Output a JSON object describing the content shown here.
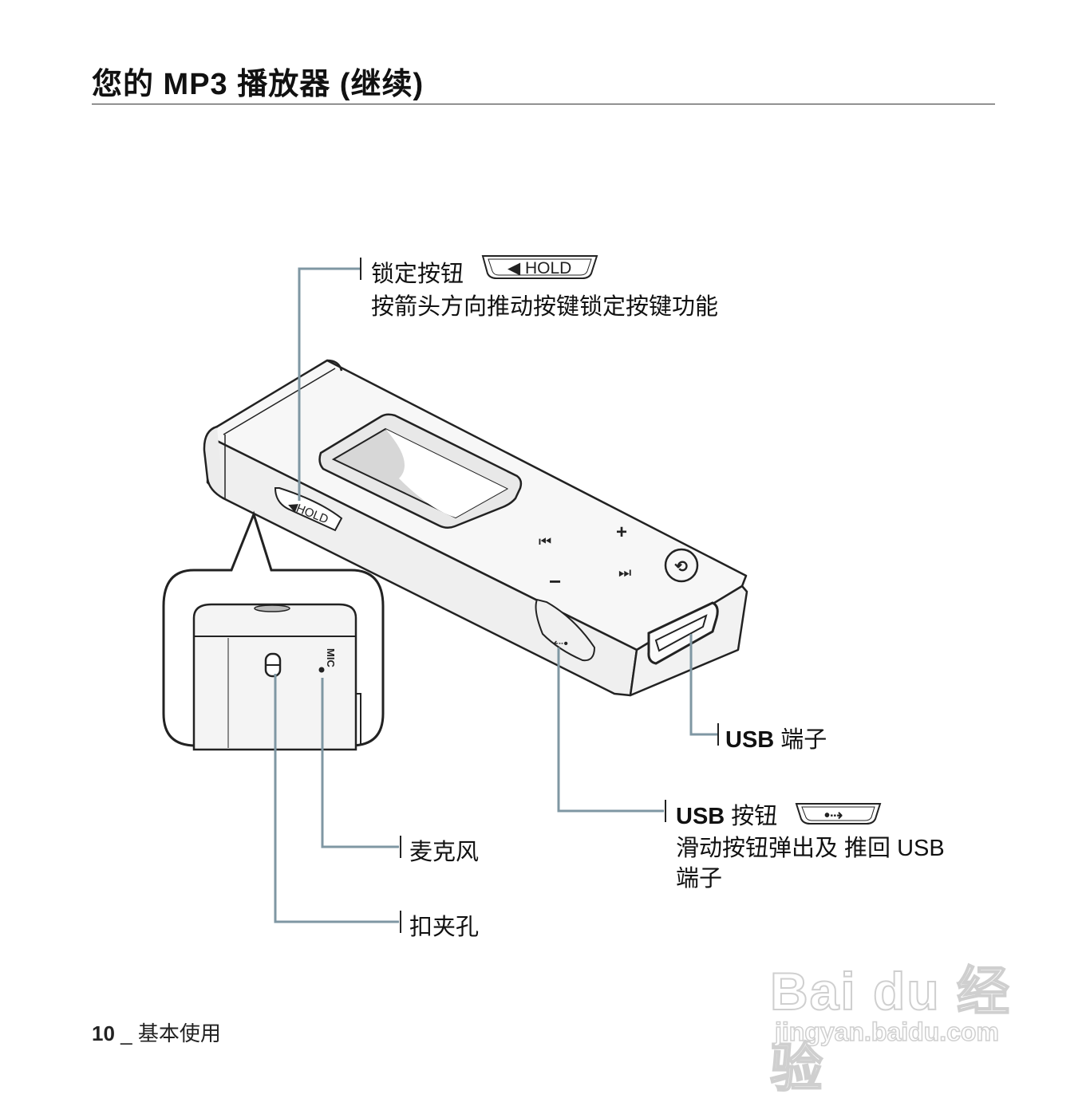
{
  "header": {
    "title": "您的 MP3 播放器 (继续)"
  },
  "callouts": {
    "hold": {
      "label": "锁定按钮",
      "badge": "◀ HOLD",
      "description": "按箭头方向推动按键锁定按键功能"
    },
    "usb_port": {
      "label_bold": "USB",
      "label_rest": " 端子"
    },
    "usb_button": {
      "label_bold": "USB",
      "label_rest": " 按钮",
      "description_line1": "滑动按钮弹出及 推回 USB",
      "description_line2": "端子"
    },
    "mic": {
      "label": "麦克风"
    },
    "clip_hole": {
      "label": "扣夹孔"
    }
  },
  "device": {
    "hold_switch_text": "◀HOLD",
    "mic_text": "MIC"
  },
  "footer": {
    "page_number": "10",
    "separator": " _ ",
    "section": "基本使用"
  },
  "watermark": {
    "brand": "Bai du 经验",
    "url": "jingyan.baidu.com"
  },
  "colors": {
    "leader_line": "#7f97a3",
    "outline": "#222222",
    "device_fill": "#f4f4f4"
  }
}
